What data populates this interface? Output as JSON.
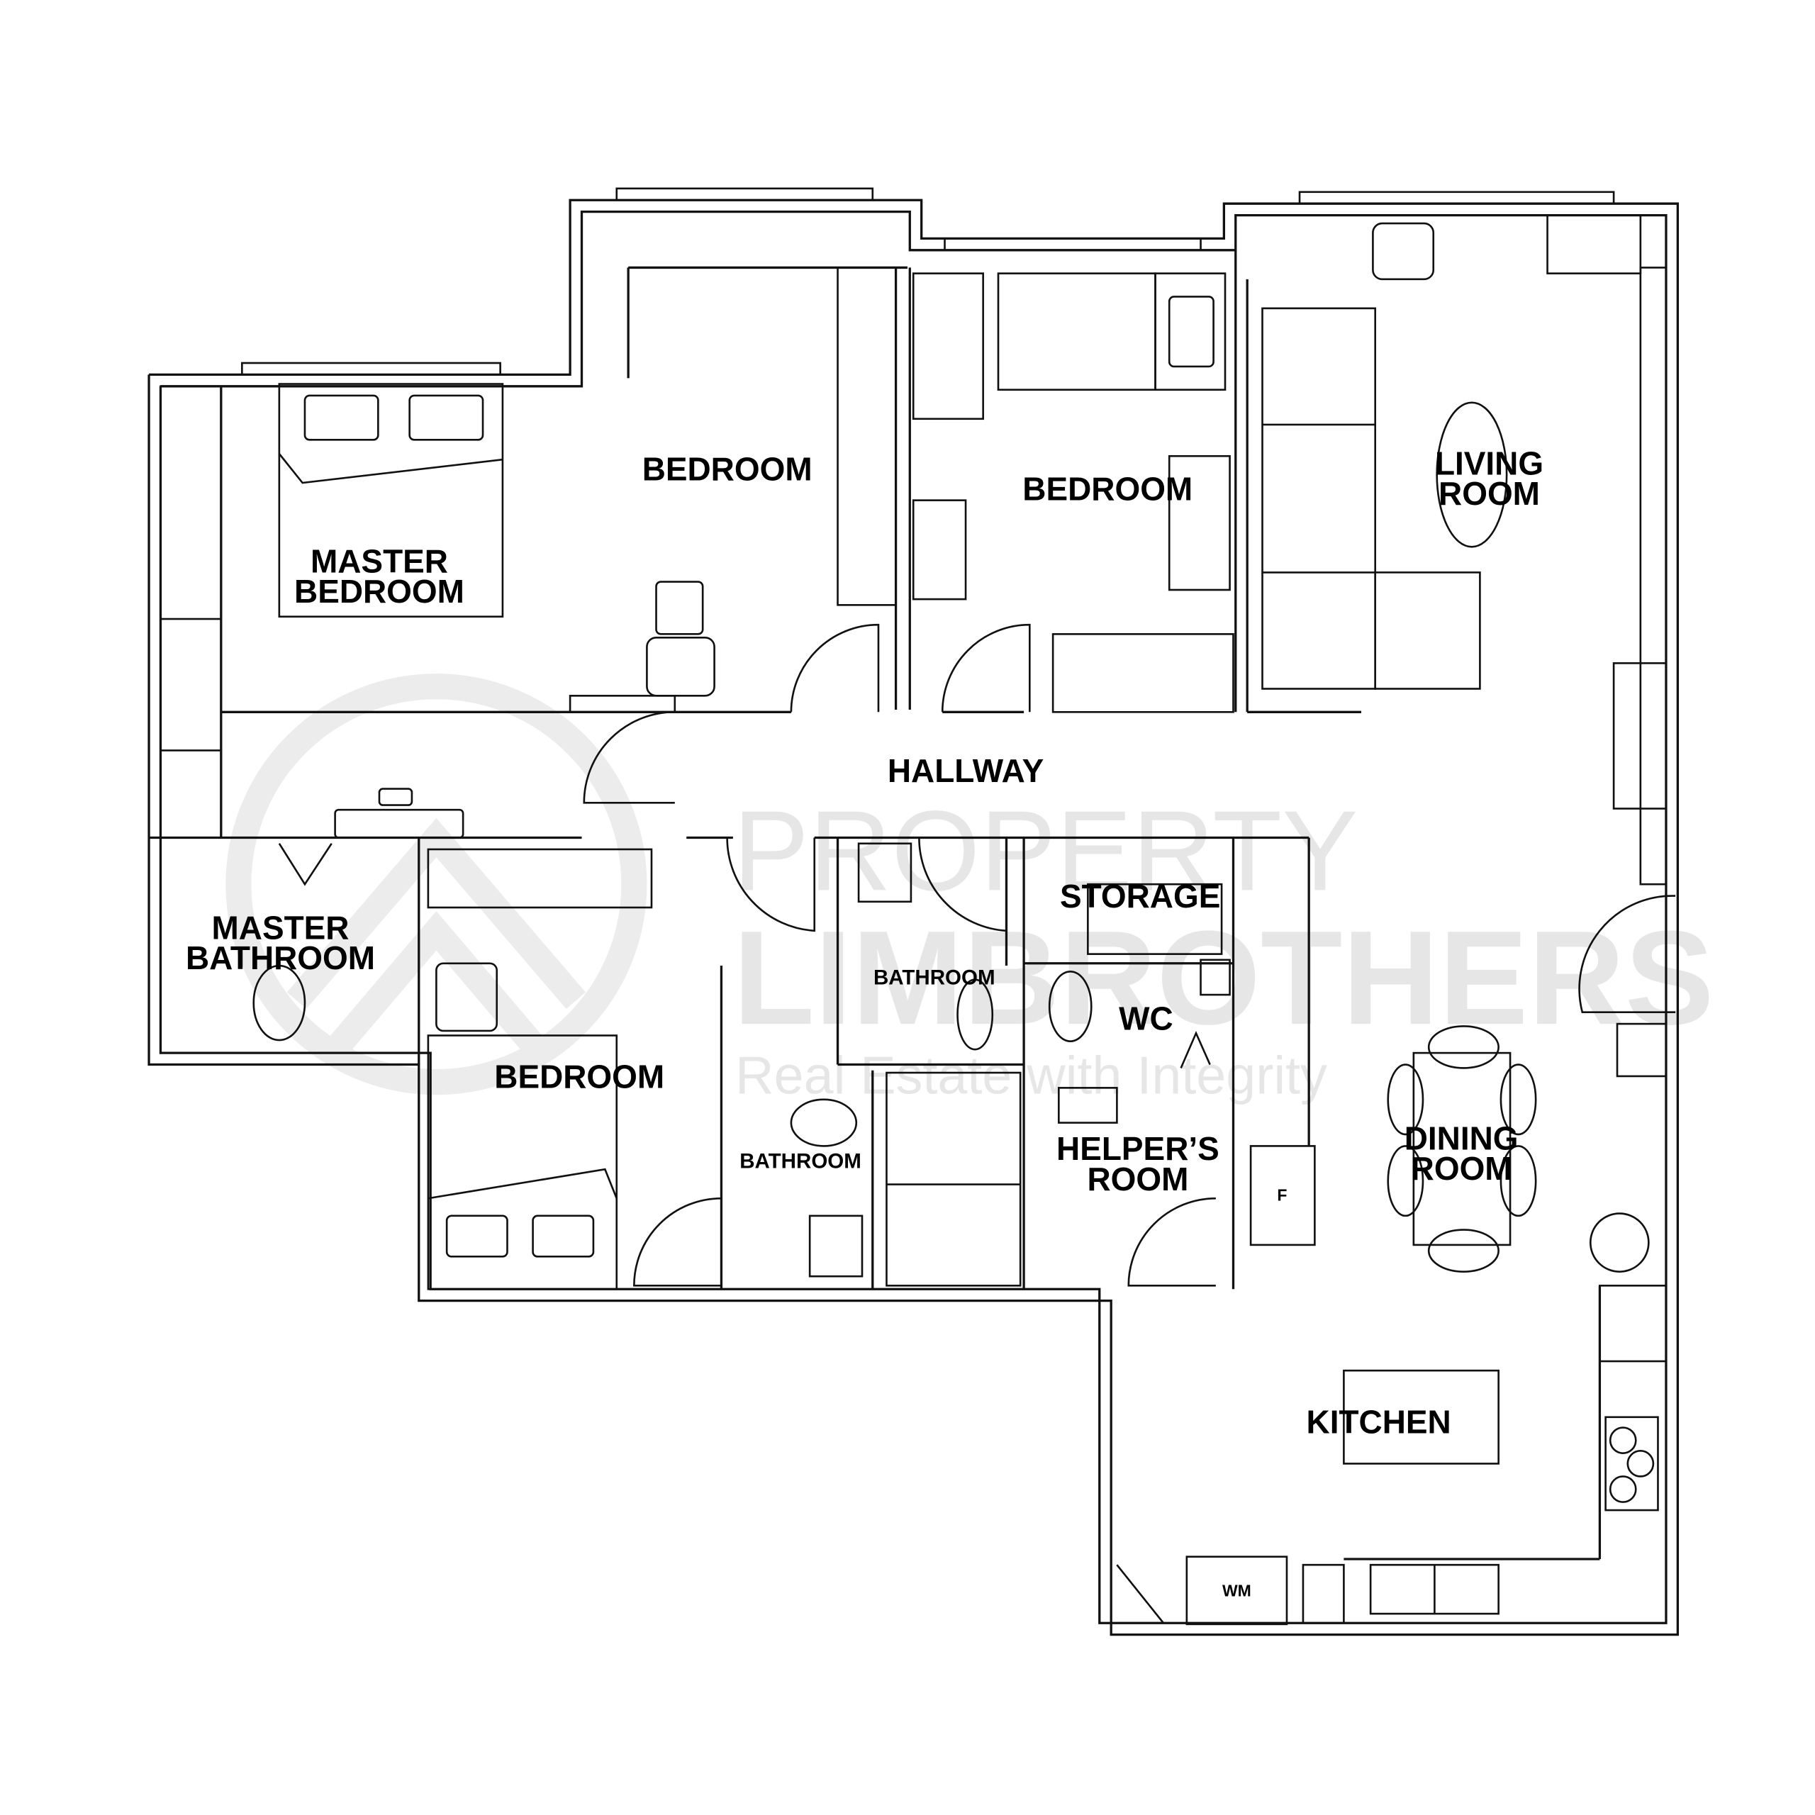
{
  "watermark": {
    "line1": "PROPERTY",
    "line2": "LIMBROTHERS",
    "tagline": "Real Estate with Integrity"
  },
  "rooms": {
    "master_bedroom": [
      "MASTER",
      "BEDROOM"
    ],
    "bedroom_top": "BEDROOM",
    "bedroom_middle": "BEDROOM",
    "living_room": [
      "LIVING",
      "ROOM"
    ],
    "hallway": "HALLWAY",
    "master_bathroom": [
      "MASTER",
      "BATHROOM"
    ],
    "storage": "STORAGE",
    "bathroom_upper": "BATHROOM",
    "wc": "WC",
    "bedroom_lower": "BEDROOM",
    "bathroom_lower": "BATHROOM",
    "helpers_room": [
      "HELPER’S",
      "ROOM"
    ],
    "dining_room": [
      "DINING",
      "ROOM"
    ],
    "kitchen": "KITCHEN"
  },
  "fixtures": {
    "fridge": "F",
    "washing_machine": "WM"
  },
  "colors": {
    "line": "#111111",
    "watermark": "#e6e6e6",
    "background": "#ffffff"
  }
}
